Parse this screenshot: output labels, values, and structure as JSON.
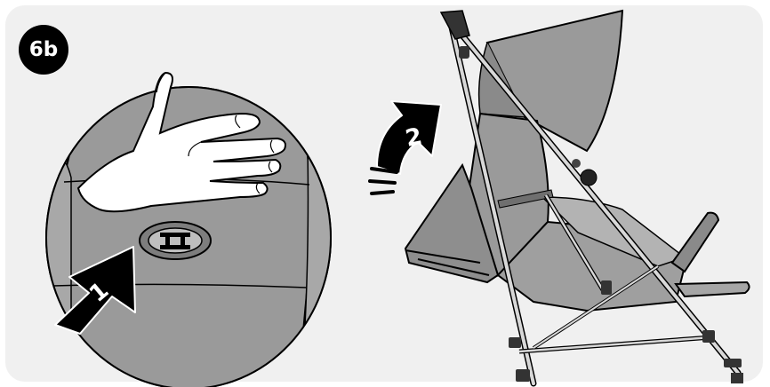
{
  "step_badge": {
    "label": "6b"
  },
  "arrow_1": {
    "label": "1"
  },
  "arrow_2": {
    "label": "2"
  },
  "colors": {
    "panel_background": "#f0f0f0",
    "fabric_gray": "#9a9a9a",
    "frame_silver": "#cfcfcf",
    "outline": "#000000"
  },
  "icons": [
    "hand-icon",
    "recline-button-icon",
    "push-arrow-icon",
    "recline-arrow-icon",
    "stroller-illustration"
  ]
}
